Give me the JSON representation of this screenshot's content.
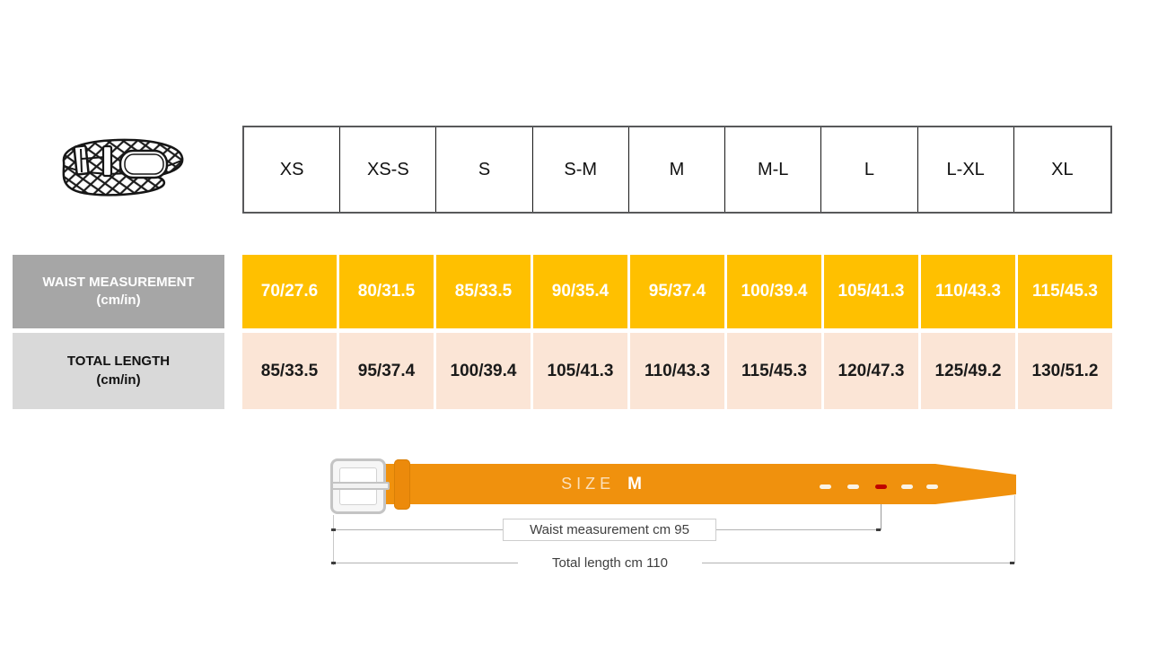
{
  "size_table": {
    "sizes": [
      "XS",
      "XS-S",
      "S",
      "S-M",
      "M",
      "M-L",
      "L",
      "L-XL",
      "XL"
    ],
    "waist_row": {
      "label": "WAIST MEASUREMENT",
      "unit": "(cm/in)",
      "values": [
        "70/27.6",
        "80/31.5",
        "85/33.5",
        "90/35.4",
        "95/37.4",
        "100/39.4",
        "105/41.3",
        "110/43.3",
        "115/45.3"
      ]
    },
    "length_row": {
      "label": "TOTAL LENGTH",
      "unit": "(cm/in)",
      "values": [
        "85/33.5",
        "95/37.4",
        "100/39.4",
        "105/41.3",
        "110/43.3",
        "115/45.3",
        "120/47.3",
        "125/49.2",
        "130/51.2"
      ]
    }
  },
  "diagram": {
    "size_word": "SIZE",
    "size_value": "M",
    "waist_dimension": "Waist measurement cm 95",
    "total_dimension": "Total length cm 110"
  },
  "colors": {
    "c-gold": "#FFC000",
    "c-peach": "#FBE5D6",
    "c-gray": "#A6A6A6",
    "c-lightgray": "#D9D9D9",
    "c-belt": "#F0910D",
    "c-keeper": "#EC8A0B",
    "c-red": "#C00000",
    "c-line": "#B3B3B3"
  },
  "chart_data": {
    "type": "table",
    "title": "Belt size chart",
    "columns": [
      "XS",
      "XS-S",
      "S",
      "S-M",
      "M",
      "M-L",
      "L",
      "L-XL",
      "XL"
    ],
    "rows": [
      {
        "name": "WAIST MEASUREMENT (cm/in)",
        "values": [
          "70/27.6",
          "80/31.5",
          "85/33.5",
          "90/35.4",
          "95/37.4",
          "100/39.4",
          "105/41.3",
          "110/43.3",
          "115/45.3"
        ]
      },
      {
        "name": "TOTAL LENGTH (cm/in)",
        "values": [
          "85/33.5",
          "95/37.4",
          "100/39.4",
          "105/41.3",
          "110/43.3",
          "115/45.3",
          "120/47.3",
          "125/49.2",
          "130/51.2"
        ]
      }
    ],
    "annotations": [
      "SIZE M",
      "Waist measurement cm 95",
      "Total length cm 110"
    ]
  }
}
